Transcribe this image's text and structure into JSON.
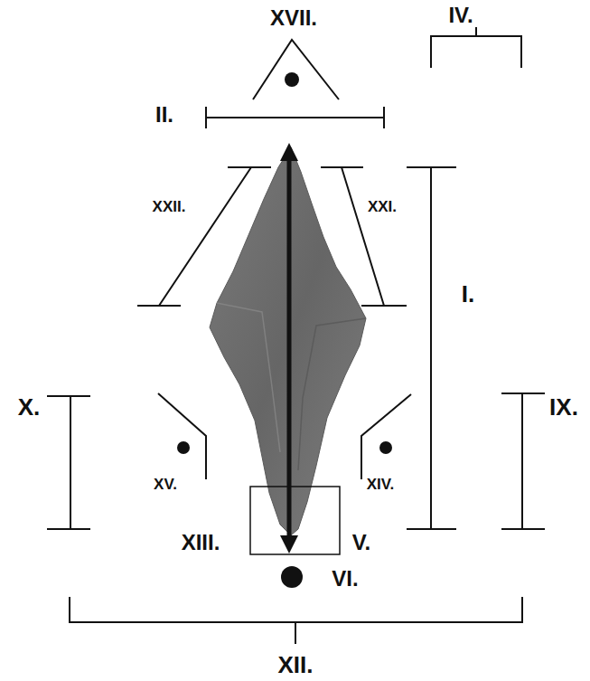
{
  "diagram": {
    "labels": [
      "XVII.",
      "IV.",
      "II.",
      "XXII.",
      "XXI.",
      "I.",
      "X.",
      "IX.",
      "XV.",
      "XIV.",
      "XIII.",
      "V.",
      "VI.",
      "XII."
    ]
  }
}
